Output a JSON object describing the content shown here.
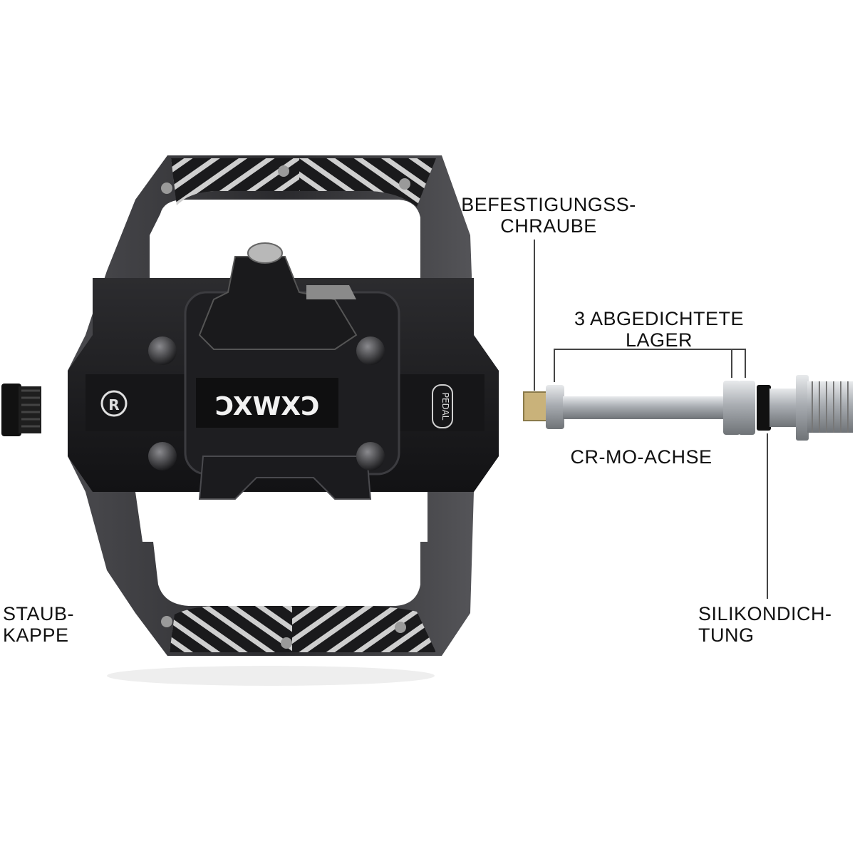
{
  "labels": {
    "screw": {
      "line1": "BEFESTIGUNGSS-",
      "line2": "CHRAUBE"
    },
    "bearings": {
      "line1": "3 ABGEDICHTETE",
      "line2": "LAGER"
    },
    "axle": {
      "line1": "CR-MO-ACHSE"
    },
    "dustcap": {
      "line1": "STAUB-",
      "line2": "KAPPE"
    },
    "seal": {
      "line1": "SILIKONDICH-",
      "line2": "TUNG"
    }
  },
  "pedal": {
    "brand": "CXWXC",
    "tag": "PEDAL",
    "badge": "R"
  },
  "colors": {
    "body_dark": "#1c1c1e",
    "body_mid": "#3a3a3d",
    "body_light": "#6a6a6e",
    "stripe": "#d8d8d8",
    "steel": "#b9bcc0",
    "brass": "#c9b27a"
  }
}
